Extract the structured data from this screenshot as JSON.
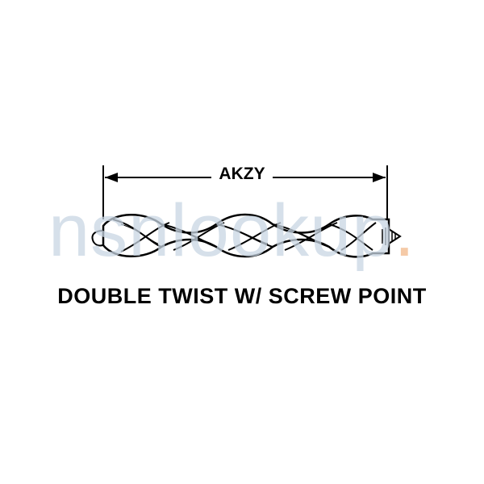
{
  "dimension": {
    "label": "AKZY"
  },
  "caption": "DOUBLE TWIST W/ SCREW POINT",
  "watermark": {
    "text_prefix": "nsnlookup",
    "dot": "."
  },
  "colors": {
    "ink": "#000000",
    "background": "#ffffff",
    "watermark": "#c9d6e3",
    "watermark_dot": "#f2b98a"
  }
}
